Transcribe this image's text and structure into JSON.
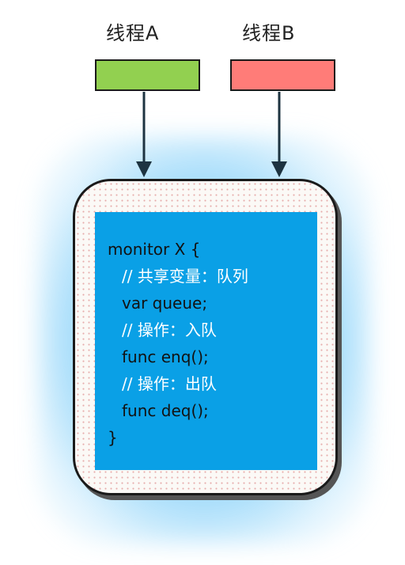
{
  "threads": [
    {
      "label": "线程A",
      "color": "#92d050"
    },
    {
      "label": "线程B",
      "color": "#ff7c78"
    }
  ],
  "monitor": {
    "code_lines": [
      "monitor X {",
      "// 共享变量：队列",
      "var queue;",
      "// 操作：入队",
      "func enq();",
      "// 操作：出队",
      "func deq();",
      "}"
    ]
  },
  "colors": {
    "code_background": "#0aa0e6",
    "comment_text": "#ffffff",
    "glow": "#34b4f0"
  }
}
